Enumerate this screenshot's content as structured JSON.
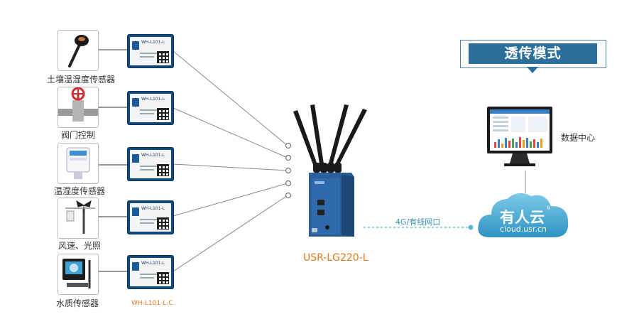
{
  "sensors": [
    {
      "label": "土壤温湿度传感器",
      "icon": "soil-probe-icon"
    },
    {
      "label": "阀门控制",
      "icon": "valve-icon"
    },
    {
      "label": "温湿度传感器",
      "icon": "temp-humidity-sensor-icon"
    },
    {
      "label": "风速、光照",
      "icon": "wind-light-sensor-icon"
    },
    {
      "label": "水质传感器",
      "icon": "water-quality-sensor-icon"
    }
  ],
  "module": {
    "name_line": "WH-L101-L",
    "model_label": "WH-L101-L-C"
  },
  "router": {
    "model_label": "USR-LG220-L"
  },
  "mode": {
    "title": "透传模式"
  },
  "link": {
    "label": "4G/有线网口"
  },
  "cloud": {
    "name": "有人云",
    "domain": "cloud.usr.cn",
    "reg_mark": "®"
  },
  "data_center": {
    "label": "数据中心"
  },
  "colors": {
    "accent_blue": "#2d6f9b",
    "cloud_blue": "#3aa2cf",
    "orange": "#e07a1f",
    "module_blue": "#0f4a7a"
  }
}
